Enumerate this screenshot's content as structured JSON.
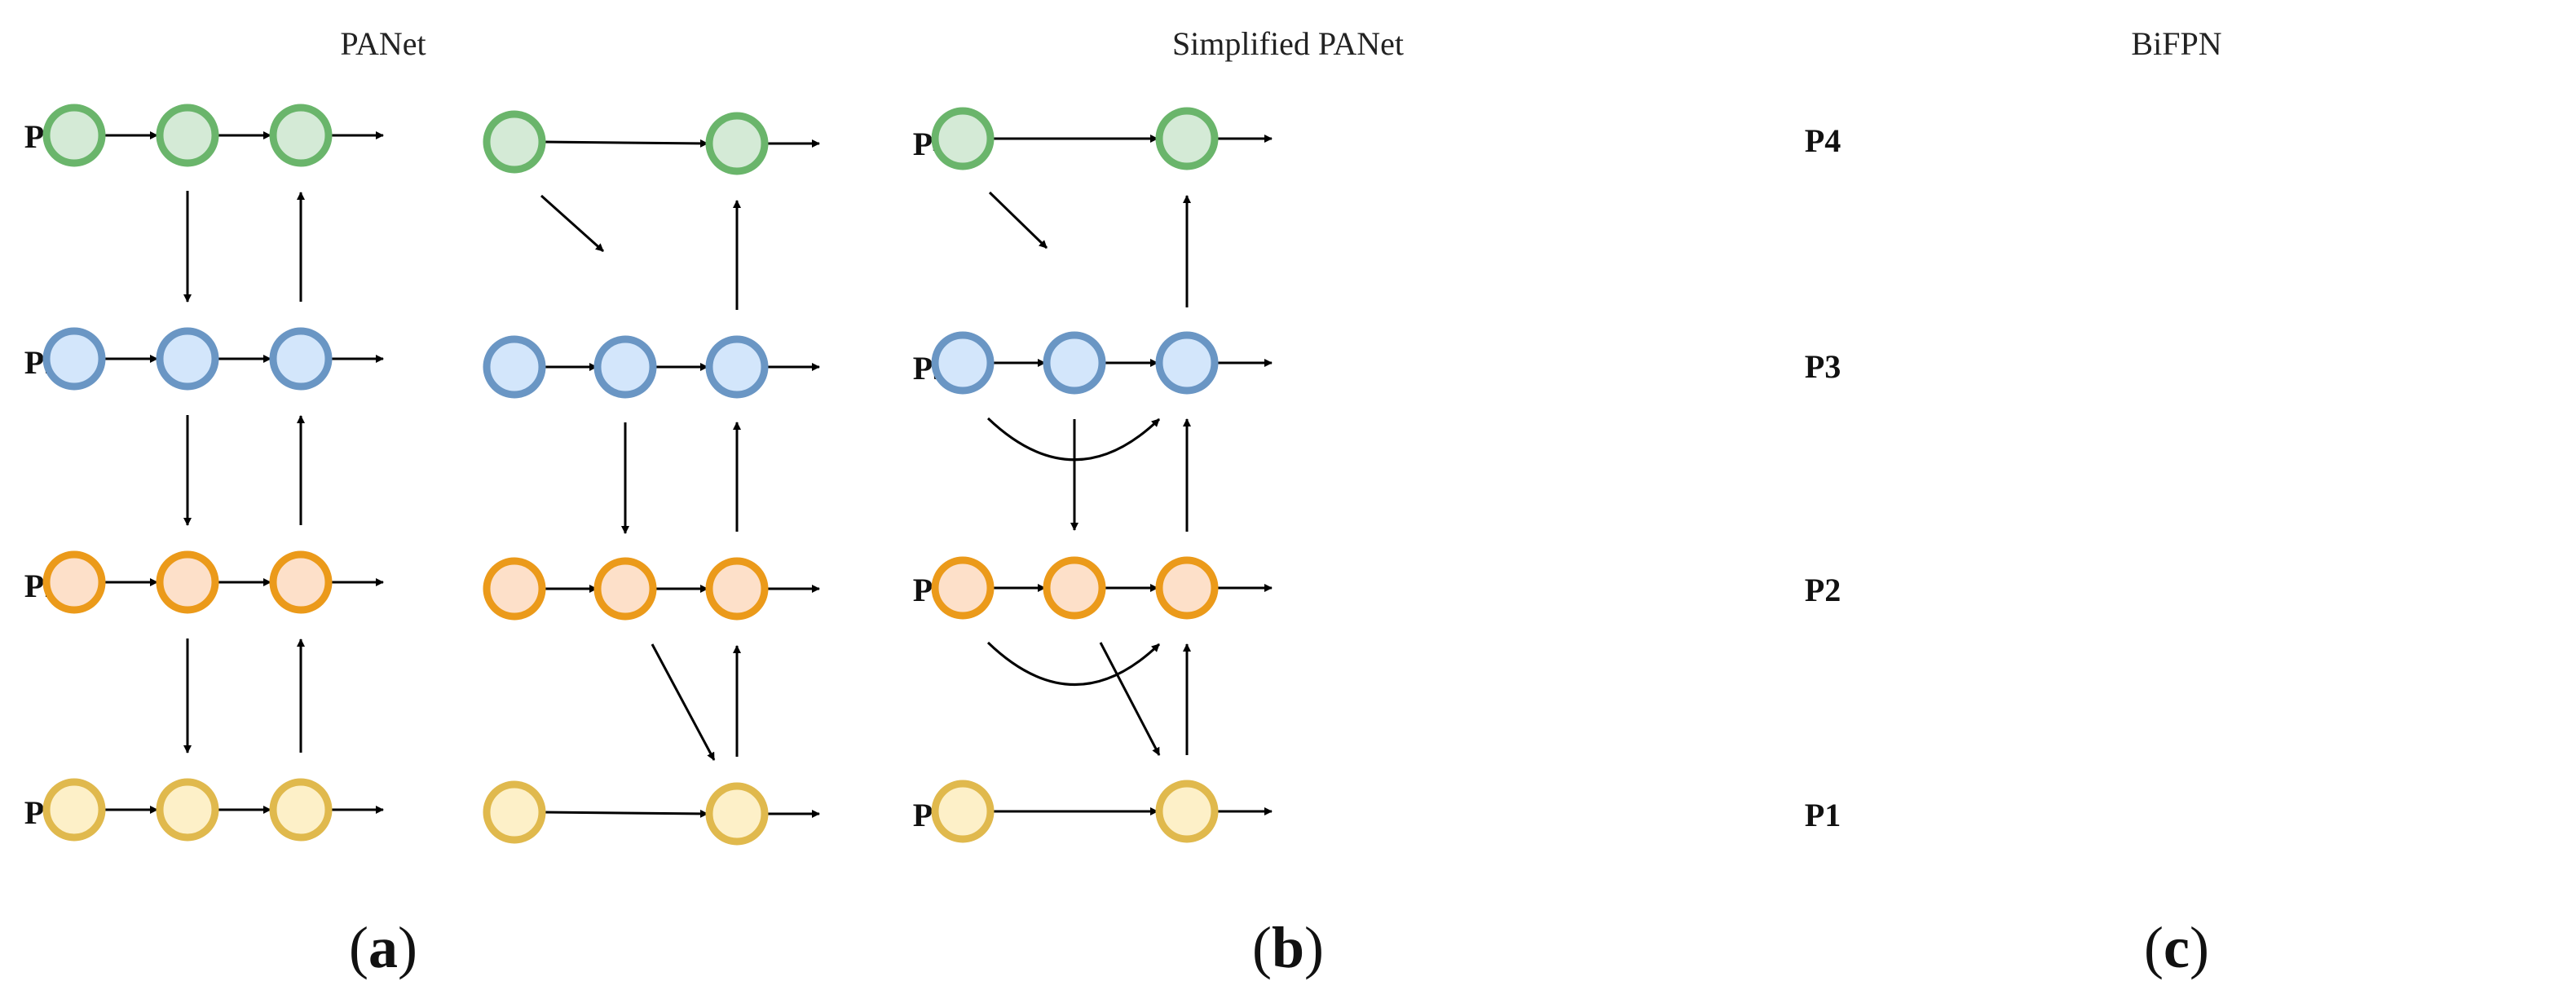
{
  "panels": [
    {
      "id": "a",
      "title": "PANet",
      "caption_letter": "a",
      "level_labels": [
        "P4",
        "P3",
        "P2",
        "P1"
      ]
    },
    {
      "id": "b",
      "title": "Simplified PANet",
      "caption_letter": "b",
      "level_labels": [
        "P4",
        "P3",
        "P2",
        "P1"
      ]
    },
    {
      "id": "c",
      "title": "BiFPN",
      "caption_letter": "c",
      "level_labels": [
        "P4",
        "P3",
        "P2",
        "P1"
      ]
    }
  ],
  "colors": {
    "P4": {
      "fill": "#d4ead6",
      "stroke": "#6ab56b"
    },
    "P3": {
      "fill": "#d3e6fb",
      "stroke": "#6a96c4"
    },
    "P2": {
      "fill": "#fde0c9",
      "stroke": "#eb9a1a"
    },
    "P1": {
      "fill": "#fdf0c8",
      "stroke": "#e0b94d"
    },
    "edge": "#000000"
  }
}
